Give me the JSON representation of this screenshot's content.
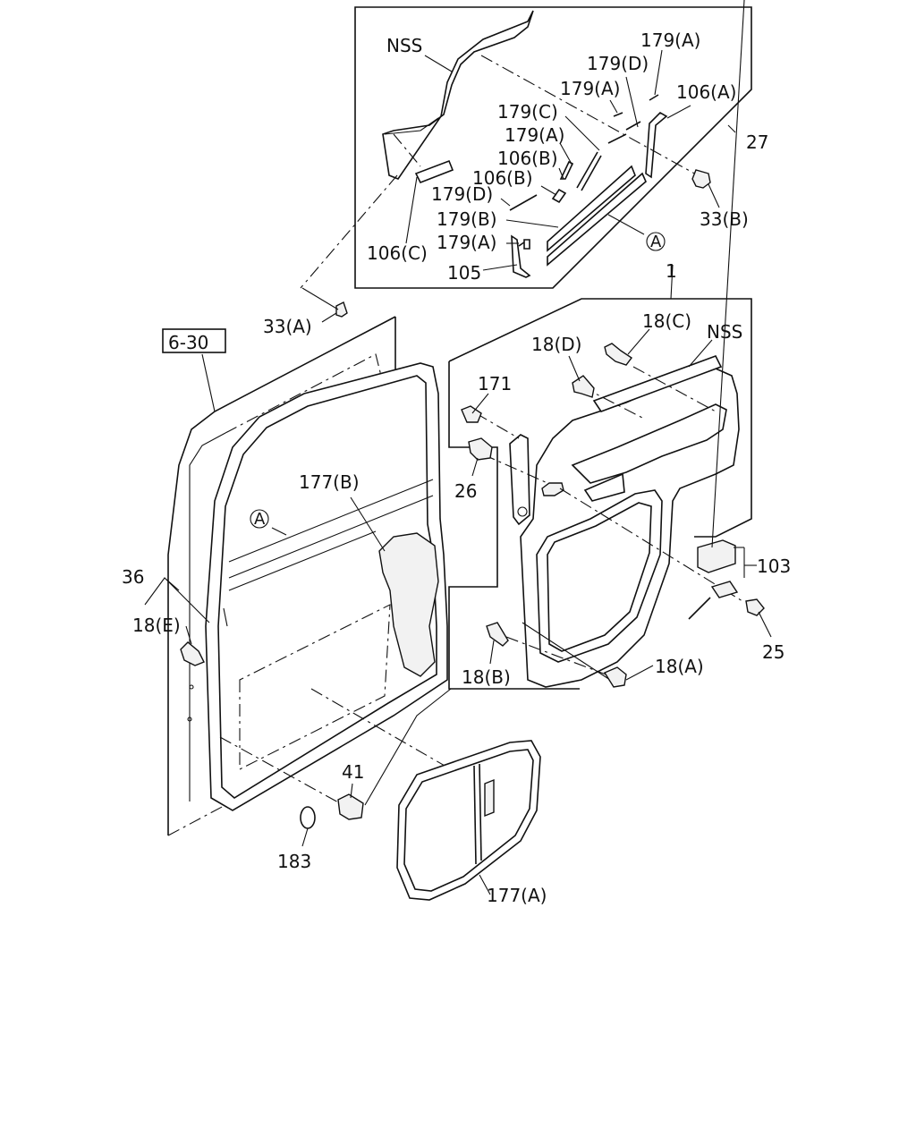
{
  "diagram": {
    "labels": {
      "nss_top": "NSS",
      "p179a_1": "179(A)",
      "p179d_1": "179(D)",
      "p179a_2": "179(A)",
      "p106a": "106(A)",
      "p179c": "179(C)",
      "p179a_3": "179(A)",
      "p106b_1": "106(B)",
      "p106b_2": "106(B)",
      "p179d_2": "179(D)",
      "p179b": "179(B)",
      "p179a_4": "179(A)",
      "p106c": "106(C)",
      "p105": "105",
      "p27": "27",
      "p33b": "33(B)",
      "circle_a_top": "A",
      "p33a": "33(A)",
      "p6_30": "6-30",
      "p1": "1",
      "p18c": "18(C)",
      "nss_mid": "NSS",
      "p18d": "18(D)",
      "p171": "171",
      "p26": "26",
      "p177b": "177(B)",
      "circle_a_left": "A",
      "p36": "36",
      "p18e": "18(E)",
      "p103": "103",
      "p25": "25",
      "p18a": "18(A)",
      "p18b": "18(B)",
      "p41": "41",
      "p183": "183",
      "p177a": "177(A)"
    }
  }
}
